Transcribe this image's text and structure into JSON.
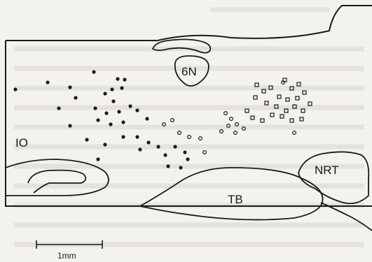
{
  "labels": {
    "io": "IO",
    "six_n": "6N",
    "nrt": "NRT",
    "tb": "TB",
    "scale": "1mm"
  },
  "markers": {
    "filled_dots": {
      "shape": "filled-circle",
      "color": "#1a1a1a"
    },
    "open_circles": {
      "shape": "open-circle",
      "color": "#1a1a1a"
    },
    "open_squares": {
      "shape": "open-square",
      "color": "#1a1a1a"
    }
  },
  "colors": {
    "ink": "#1a1a1a",
    "paper": "#f4f2ee",
    "faded_text": "#d8d4cc"
  }
}
